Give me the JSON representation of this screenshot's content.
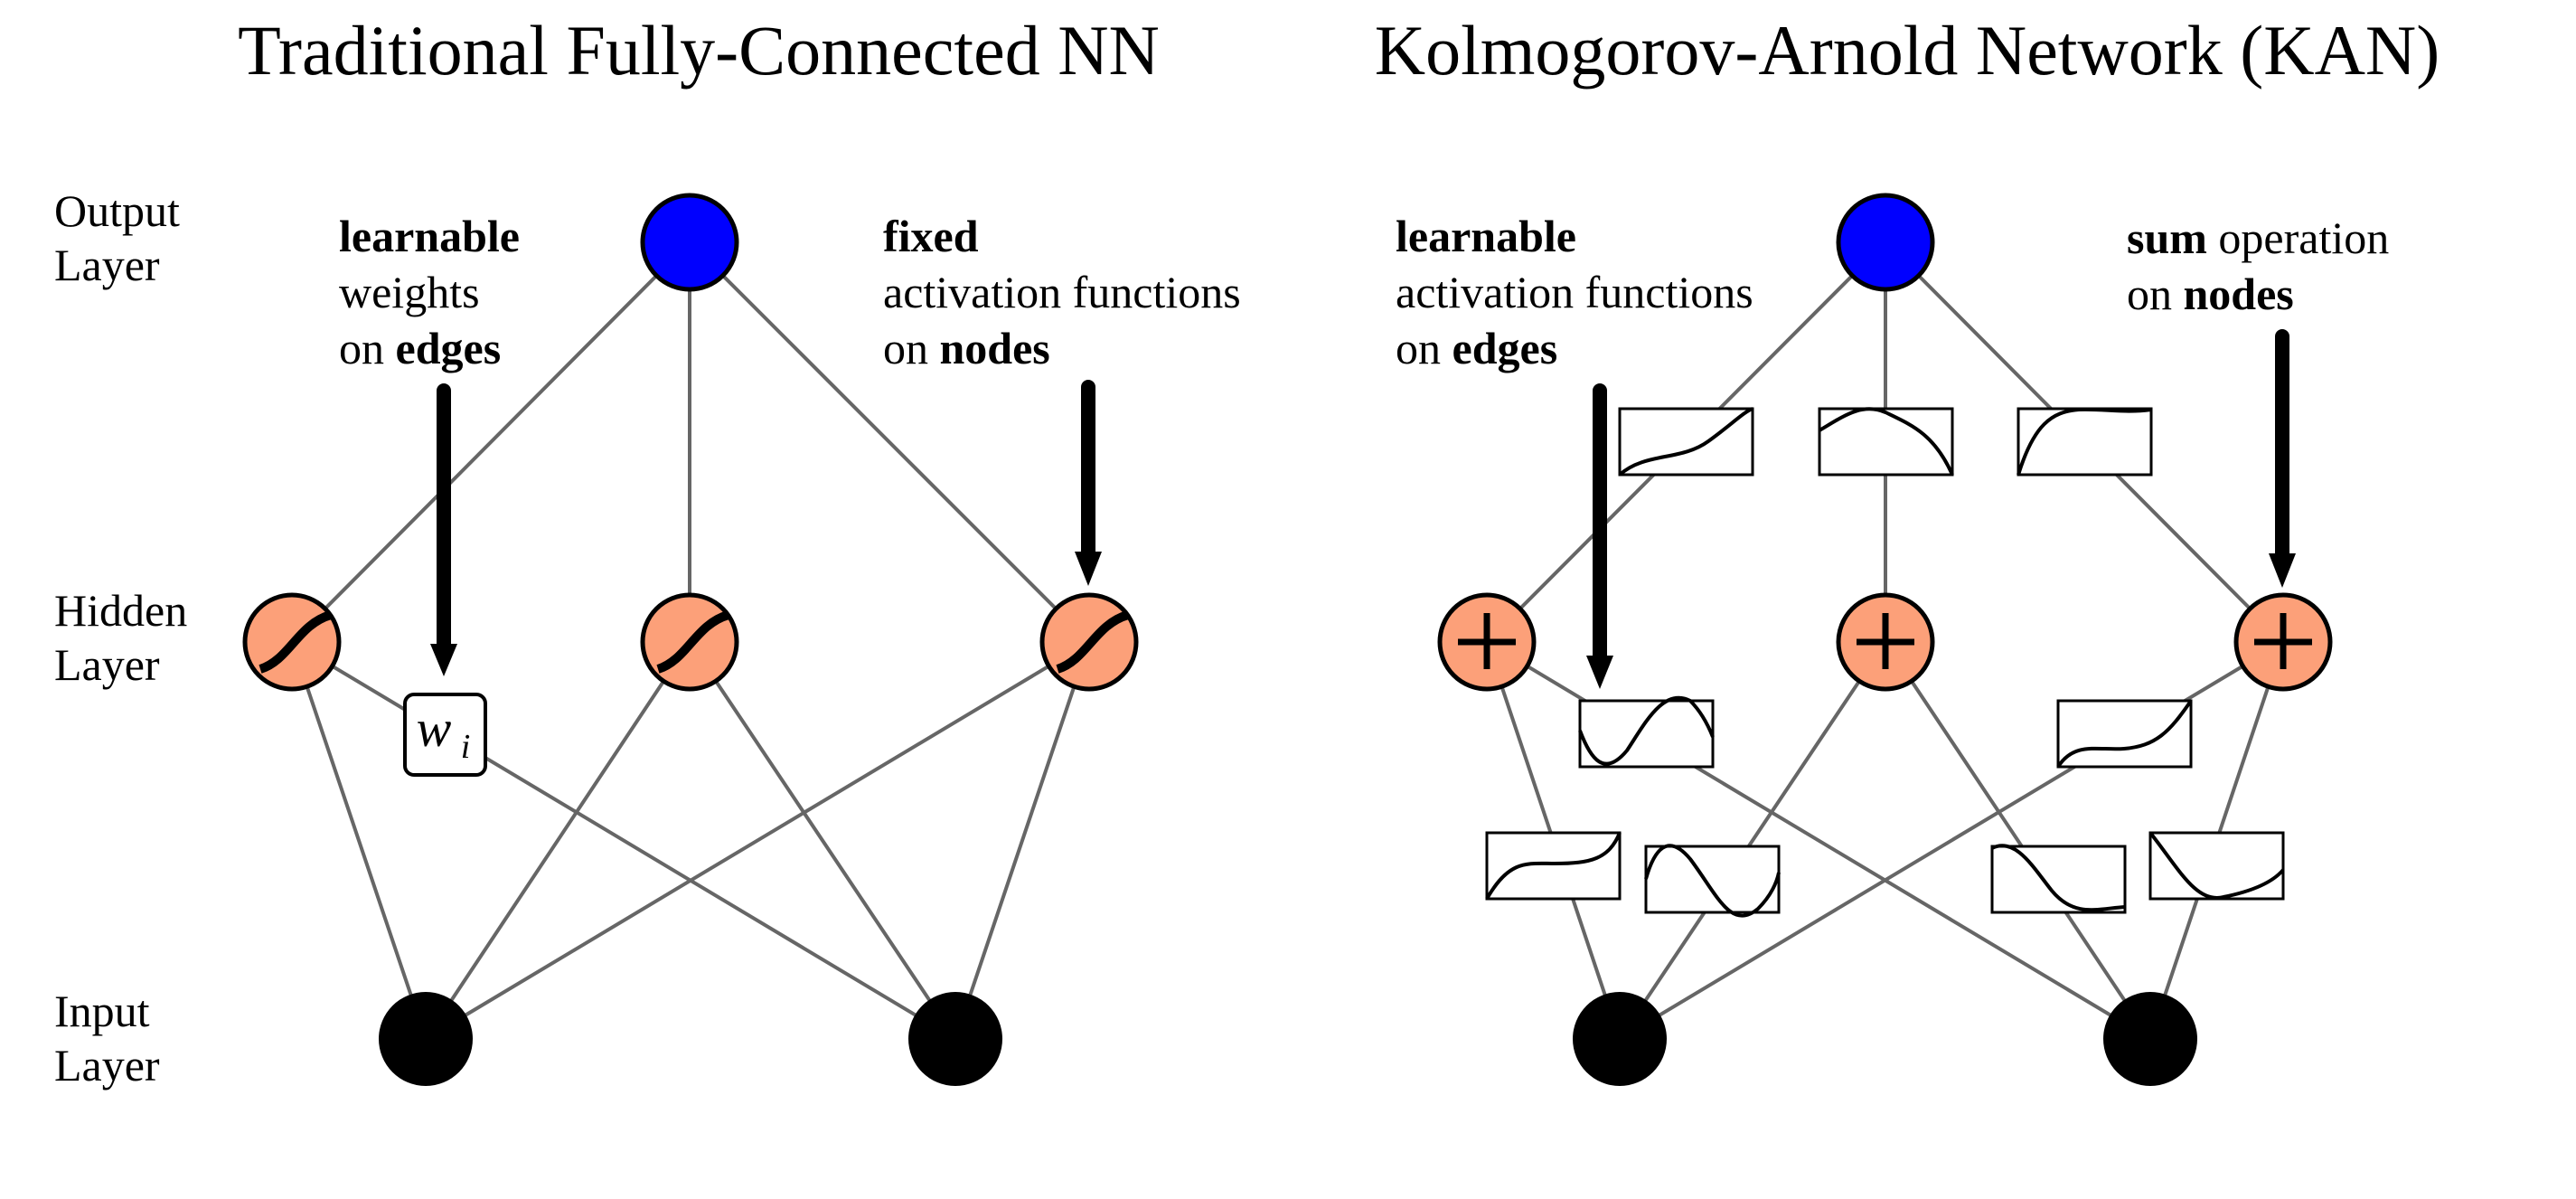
{
  "titles": {
    "left": "Traditional Fully-Connected NN",
    "right": "Kolmogorov-Arnold Network (KAN)"
  },
  "layer_labels": {
    "output": [
      "Output",
      "Layer"
    ],
    "hidden": [
      "Hidden",
      "Layer"
    ],
    "input": [
      "Input",
      "Layer"
    ]
  },
  "mlp": {
    "annot_weights": {
      "bold1": "learnable",
      "line2": "weights",
      "line3_pre": "on ",
      "line3_bold": "edges"
    },
    "annot_activation": {
      "bold1": "fixed",
      "line2": "activation functions",
      "line3_pre": "on ",
      "line3_bold": "nodes"
    },
    "weight_label": "w",
    "weight_sub": "i",
    "hidden_node_icon": "sigmoid-icon"
  },
  "kan": {
    "annot_edges": {
      "bold1": "learnable",
      "line2": "activation functions",
      "line3_pre": "on ",
      "line3_bold": "edges"
    },
    "annot_nodes": {
      "line1_bold": "sum",
      "line1_rest": " operation",
      "line2_pre": "on ",
      "line2_bold": "nodes"
    },
    "hidden_node_icon": "plus-icon",
    "edge_function_shapes": [
      "cubic-rising",
      "hump",
      "saturating",
      "sine",
      "cubic-rising-2",
      "cubic",
      "sine-down",
      "cosine-down",
      "parabola"
    ]
  },
  "colors": {
    "output_node": "#0000ff",
    "hidden_node": "#fca079",
    "input_node": "#000000",
    "edge": "#666666"
  }
}
